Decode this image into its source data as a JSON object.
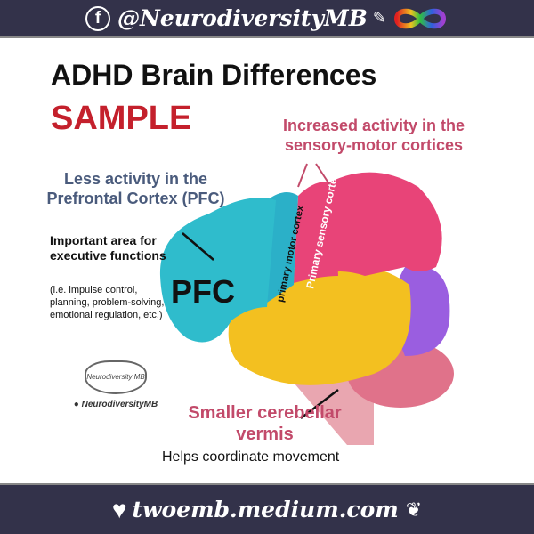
{
  "header": {
    "handle": "@NeurodiversityMB",
    "icon": "facebook-icon"
  },
  "title": "ADHD Brain Differences",
  "watermark": "SAMPLE",
  "labels": {
    "pfc_heading": "Less activity in the Prefrontal Cortex (PFC)",
    "pfc_important": "Important area for executive functions",
    "pfc_examples": "(i.e. impulse control, planning, problem-solving, emotional regulation, etc.)",
    "sensory_heading": "Increased activity in the sensory-motor cortices",
    "cerebellum_heading": "Smaller cerebellar vermis",
    "cerebellum_desc": "Helps coordinate movement"
  },
  "brain": {
    "pfc": "PFC",
    "motor": "primary motor cortex",
    "sensory": "Primary sensory cortex"
  },
  "logo": {
    "name": "Neurodiversity MB",
    "handle": "NeurodiversityMB"
  },
  "footer": {
    "url": "twoemb.medium.com"
  },
  "colors": {
    "header_bg": "#33324a",
    "red": "#c4202c",
    "pink": "#c24a6a",
    "blue": "#4a5b7c"
  }
}
